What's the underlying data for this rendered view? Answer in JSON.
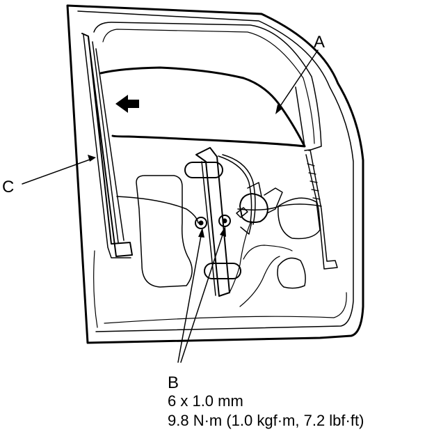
{
  "callouts": {
    "a": "A",
    "b": "B",
    "c": "C"
  },
  "spec": {
    "size": "6 x 1.0 mm",
    "torque": "9.8 N·m (1.0 kgf·m, 7.2 lbf·ft)"
  },
  "colors": {
    "line": "#000000",
    "background": "#ffffff"
  }
}
